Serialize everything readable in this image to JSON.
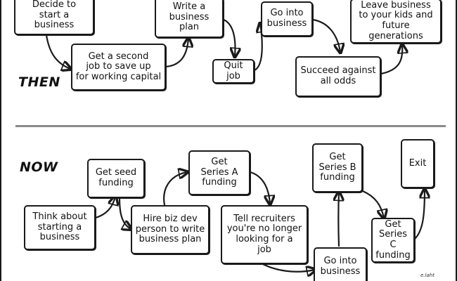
{
  "sections": {
    "then_label": "THEN",
    "now_label": "NOW"
  },
  "signature": "e.laht",
  "nodes": {
    "decide": "Decide to\nstart a business",
    "second_job": "Get a second\njob to save up\nfor working capital",
    "write_plan": "Write a\nbusiness plan",
    "quit_job": "Quit job",
    "go_into_then": "Go into\nbusiness",
    "succeed": "Succeed against\nall odds",
    "leave_business": "Leave business\nto your kids and\nfuture generations",
    "think_about": "Think about\nstarting a\nbusiness",
    "seed_funding": "Get seed\nfunding",
    "hire_biz_dev": "Hire biz dev\nperson to write\nbusiness plan",
    "series_a": "Get\nSeries A\nfunding",
    "tell_recruiters": "Tell recruiters\nyou're no longer\nlooking for a\njob",
    "go_into_now": "Go into\nbusiness",
    "series_b": "Get\nSeries B\nfunding",
    "series_c": "Get\nSeries C\nfunding",
    "exit": "Exit"
  },
  "edges": [
    {
      "from": "decide",
      "to": "second_job"
    },
    {
      "from": "second_job",
      "to": "write_plan"
    },
    {
      "from": "write_plan",
      "to": "quit_job"
    },
    {
      "from": "quit_job",
      "to": "go_into_then"
    },
    {
      "from": "go_into_then",
      "to": "succeed"
    },
    {
      "from": "succeed",
      "to": "leave_business"
    },
    {
      "from": "think_about",
      "to": "seed_funding"
    },
    {
      "from": "seed_funding",
      "to": "hire_biz_dev"
    },
    {
      "from": "hire_biz_dev",
      "to": "series_a"
    },
    {
      "from": "series_a",
      "to": "tell_recruiters"
    },
    {
      "from": "tell_recruiters",
      "to": "go_into_now"
    },
    {
      "from": "go_into_now",
      "to": "series_b"
    },
    {
      "from": "series_b",
      "to": "series_c"
    },
    {
      "from": "series_c",
      "to": "exit"
    }
  ]
}
